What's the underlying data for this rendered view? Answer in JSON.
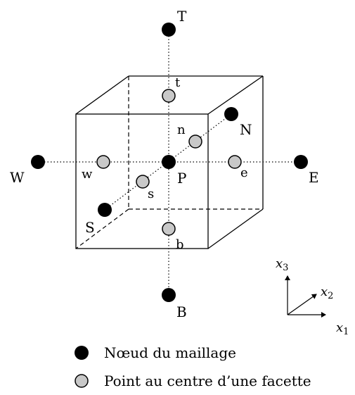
{
  "colors": {
    "node_fill": "#000000",
    "face_fill": "#c8c8c8",
    "stroke": "#000000"
  },
  "nodes": {
    "P": "P",
    "N": "N",
    "S": "S",
    "E": "E",
    "W": "W",
    "T": "T",
    "B": "B"
  },
  "faces": {
    "n": "n",
    "s": "s",
    "e": "e",
    "w": "w",
    "t": "t",
    "b": "b"
  },
  "axes": {
    "x1": {
      "base": "x",
      "sub": "1"
    },
    "x2": {
      "base": "x",
      "sub": "2"
    },
    "x3": {
      "base": "x",
      "sub": "3"
    }
  },
  "legend": {
    "node_label": "Nœud du maillage",
    "face_label": "Point au centre d’une facette"
  }
}
